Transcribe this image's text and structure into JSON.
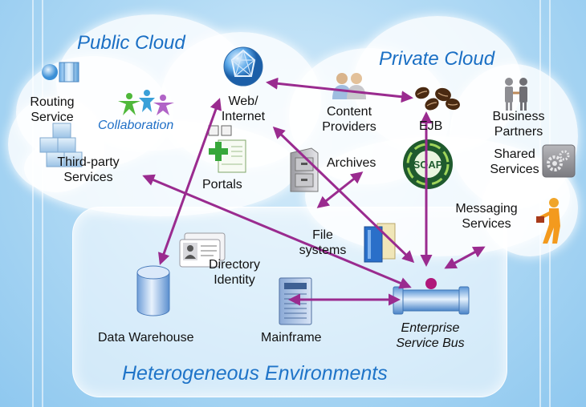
{
  "titles": {
    "public_cloud": "Public Cloud",
    "private_cloud": "Private Cloud",
    "heterogeneous": "Heterogeneous Environments"
  },
  "labels": {
    "routing_service_1": "Routing",
    "routing_service_2": "Service",
    "collaboration": "Collaboration",
    "web_1": "Web/",
    "web_2": "Internet",
    "content_providers_1": "Content",
    "content_providers_2": "Providers",
    "ejb": "EJB",
    "business_partners_1": "Business",
    "business_partners_2": "Partners",
    "third_party_1": "Third-party",
    "third_party_2": "Services",
    "portals": "Portals",
    "archives": "Archives",
    "shared_services_1": "Shared",
    "shared_services_2": "Services",
    "messaging_services_1": "Messaging",
    "messaging_services_2": "Services",
    "file_systems_1": "File",
    "file_systems_2": "systems",
    "directory_identity_1": "Directory",
    "directory_identity_2": "Identity",
    "data_warehouse": "Data Warehouse",
    "mainframe": "Mainframe",
    "esb_1": "Enterprise",
    "esb_2": "Service Bus",
    "soap": "SOAP"
  },
  "colors": {
    "arrow": "#9a2b8f",
    "title_blue": "#1a6fc4"
  }
}
